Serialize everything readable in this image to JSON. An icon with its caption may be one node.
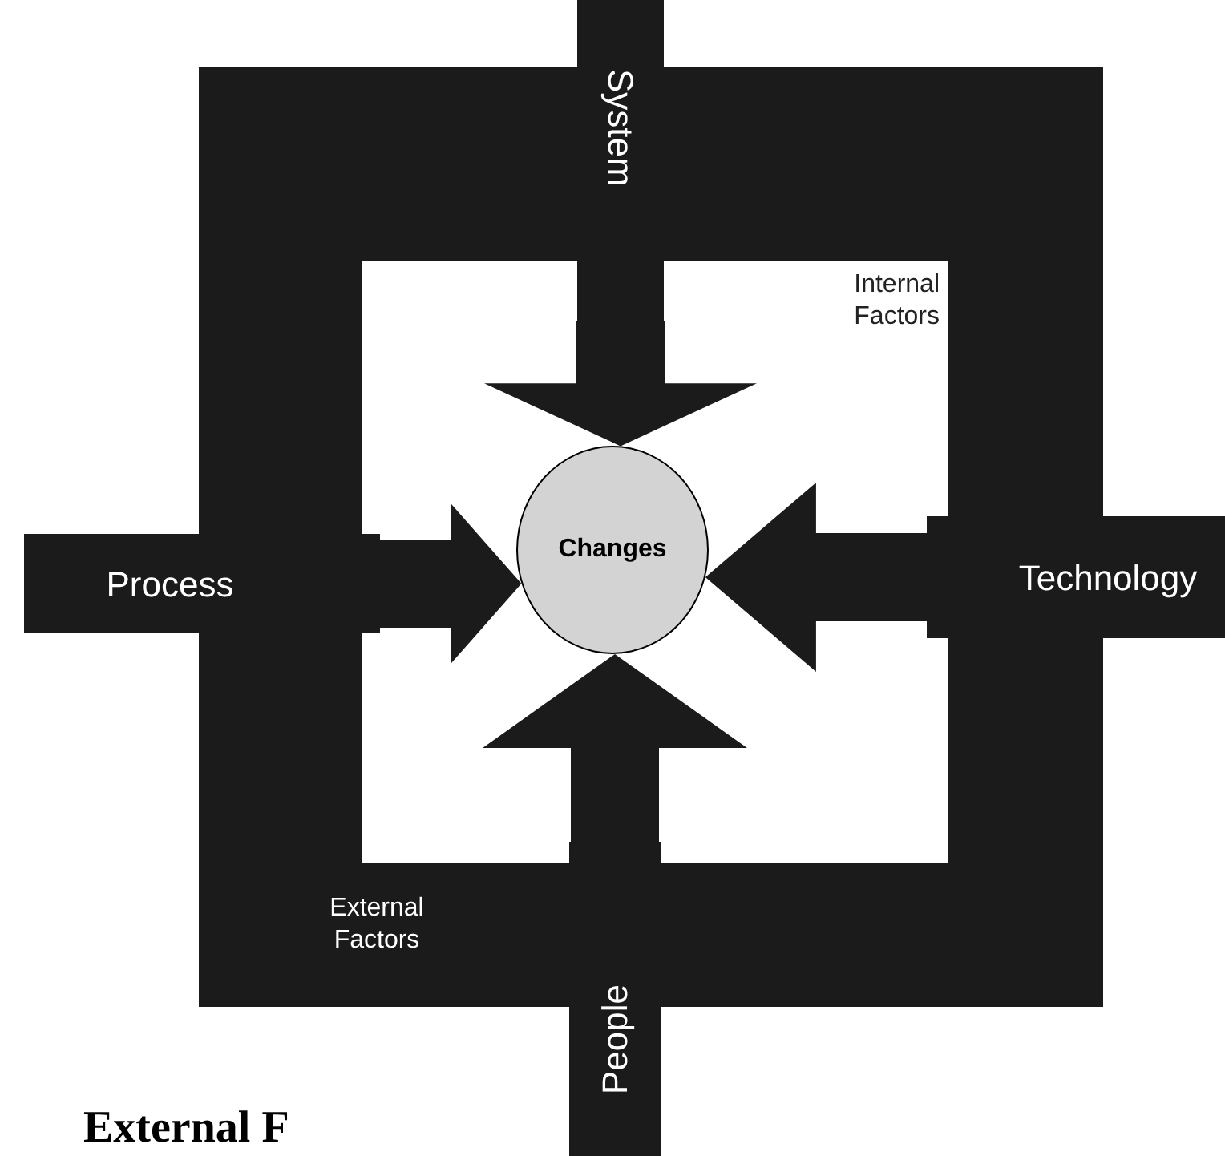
{
  "diagram": {
    "nodes": [
      {
        "text": [
          "Changes"
        ]
      },
      {
        "text": [
          "System"
        ]
      },
      {
        "text": [
          "Process"
        ]
      },
      {
        "text": [
          "Technology"
        ]
      },
      {
        "text": [
          "People"
        ]
      }
    ],
    "edges": [
      {
        "from": 1,
        "to": 0,
        "arrow": "to",
        "style": "thick"
      },
      {
        "from": 2,
        "to": 0,
        "arrow": "to",
        "style": "thick"
      },
      {
        "from": 3,
        "to": 0,
        "arrow": "to",
        "style": "thick"
      },
      {
        "from": 4,
        "to": 0,
        "arrow": "to",
        "style": "thick"
      }
    ],
    "labels": [
      "Internal Factors",
      "External Factors",
      "External F"
    ]
  }
}
